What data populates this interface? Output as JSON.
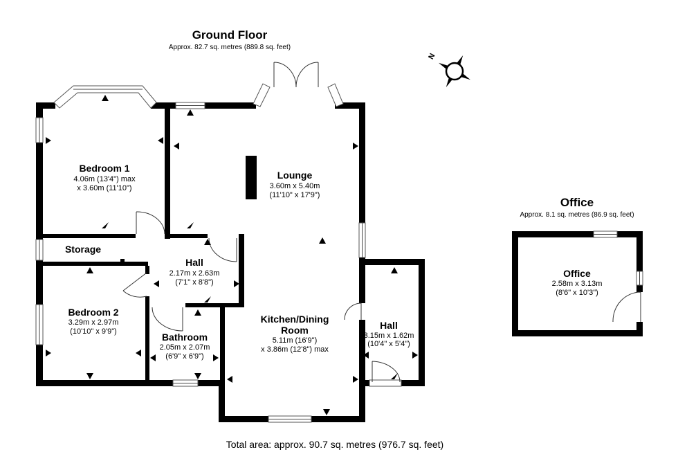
{
  "ground_floor": {
    "title": "Ground Floor",
    "area": "Approx. 82.7 sq. metres (889.8 sq. feet)"
  },
  "office_building": {
    "title": "Office",
    "area": "Approx. 8.1 sq. metres (86.9 sq. feet)"
  },
  "rooms": {
    "bedroom1": {
      "name": "Bedroom 1",
      "dim1": "4.06m (13'4\") max",
      "dim2": "x 3.60m (11'10\")"
    },
    "lounge": {
      "name": "Lounge",
      "dim1": "3.60m x 5.40m",
      "dim2": "(11'10\" x 17'9\")"
    },
    "storage": {
      "name": "Storage"
    },
    "hall1": {
      "name": "Hall",
      "dim1": "2.17m x 2.63m",
      "dim2": "(7'1\" x 8'8\")"
    },
    "bedroom2": {
      "name": "Bedroom 2",
      "dim1": "3.29m x 2.97m",
      "dim2": "(10'10\" x 9'9\")"
    },
    "kitchen": {
      "name1": "Kitchen/Dining",
      "name2": "Room",
      "dim1": "5.11m (16'9\")",
      "dim2": "x 3.86m (12'8\") max"
    },
    "hall2": {
      "name": "Hall",
      "dim1": "3.15m x 1.62m",
      "dim2": "(10'4\" x 5'4\")"
    },
    "bathroom": {
      "name": "Bathroom",
      "dim1": "2.05m x 2.07m",
      "dim2": "(6'9\" x 6'9\")"
    },
    "office": {
      "name": "Office",
      "dim1": "2.58m x 3.13m",
      "dim2": "(8'6\" x 10'3\")"
    }
  },
  "compass": {
    "label": "N",
    "icon": "compass-icon"
  },
  "total_area": "Total area: approx. 90.7 sq. metres (976.7 sq. feet)"
}
